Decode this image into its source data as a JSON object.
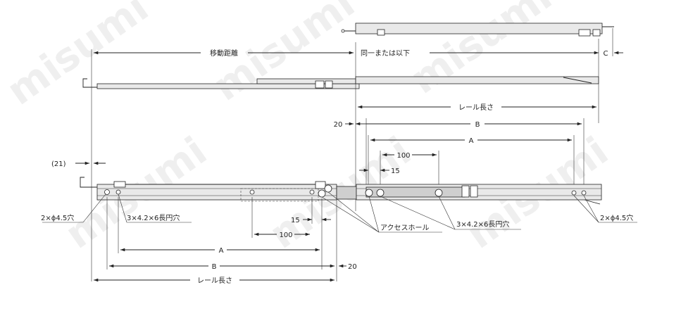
{
  "watermark": "misumi",
  "labels": {
    "travel": "移動距離",
    "same_or_less": "同一または以下",
    "c": "C",
    "rail_length_top": "レール長さ",
    "twenty_top": "20",
    "b_top": "B",
    "a_top": "A",
    "hundred_top": "100",
    "fifteen_top": "15",
    "paren21": "(21)",
    "hole_left": "2×ϕ4.5穴",
    "slot_left": "3×4.2×6長円穴",
    "fifteen_bottom": "15",
    "hundred_bottom": "100",
    "access_hole": "アクセスホール",
    "slot_right": "3×4.2×6長円穴",
    "hole_right": "2×ϕ4.5穴",
    "a_bottom": "A",
    "b_bottom": "B",
    "twenty_bottom": "20",
    "rail_length_bottom": "レール長さ"
  }
}
